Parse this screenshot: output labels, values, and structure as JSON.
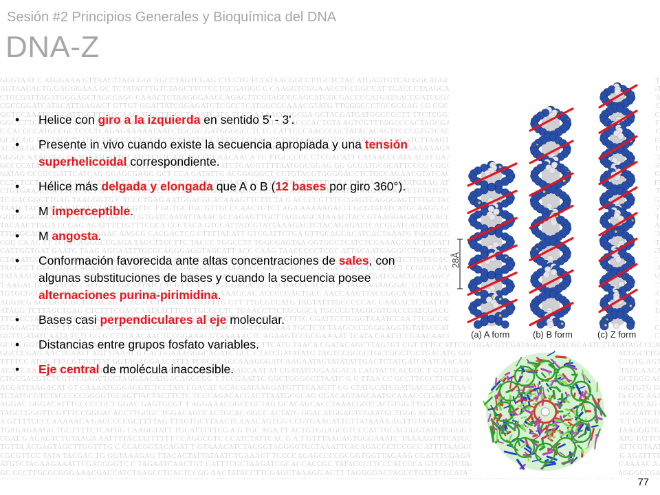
{
  "header": {
    "subtitle": "Sesión #2 Principios Generales y Bioquímica del DNA",
    "title": "DNA-Z"
  },
  "bullets": [
    [
      {
        "t": "Helice con ",
        "h": false
      },
      {
        "t": "giro a la izquierda",
        "h": true
      },
      {
        "t": " en sentido 5' - 3'.",
        "h": false
      }
    ],
    [
      {
        "t": "Presente in vivo cuando existe la secuencia apropiada y una ",
        "h": false
      },
      {
        "t": "tensión superhelicoidal",
        "h": true
      },
      {
        "t": " correspondiente.",
        "h": false
      }
    ],
    [
      {
        "t": "Hélice más ",
        "h": false
      },
      {
        "t": "delgada y elongada",
        "h": true
      },
      {
        "t": " que A o B (",
        "h": false
      },
      {
        "t": "12 bases",
        "h": true
      },
      {
        "t": " por giro 360°).",
        "h": false
      }
    ],
    [
      {
        "t": "M ",
        "h": false
      },
      {
        "t": "imperceptible",
        "h": true
      },
      {
        "t": ".",
        "h": false
      }
    ],
    [
      {
        "t": "M ",
        "h": false
      },
      {
        "t": "angosta",
        "h": true
      },
      {
        "t": ".",
        "h": false
      }
    ],
    [
      {
        "t": "Conformación favorecida ante altas concentraciones de ",
        "h": false
      },
      {
        "t": "sales",
        "h": true
      },
      {
        "t": ", con algunas substituciones de bases y cuando la secuencia posee ",
        "h": false
      },
      {
        "t": "alternaciones purina-pirimidina",
        "h": true
      },
      {
        "t": ".",
        "h": false
      }
    ],
    [
      {
        "t": "Bases casi ",
        "h": false
      },
      {
        "t": "perpendiculares al eje",
        "h": true
      },
      {
        "t": " molecular.",
        "h": false
      }
    ],
    [
      {
        "t": "Distancias entre grupos fosfato variables.",
        "h": false
      }
    ],
    [
      {
        "t": "Eje central",
        "h": true
      },
      {
        "t": " de molécula inaccesible.",
        "h": false
      }
    ]
  ],
  "figure": {
    "scale_label": "28Å",
    "forms": [
      "(a) A form",
      "(b) B form",
      "(c) Z form"
    ]
  },
  "page_number": "77",
  "colors": {
    "highlight": "#e8141b",
    "header_gray": "#a6a6a6",
    "helix_blue": "#2a4fa8",
    "base_gray": "#cfcfd4",
    "arrow_red": "#e8141b"
  }
}
